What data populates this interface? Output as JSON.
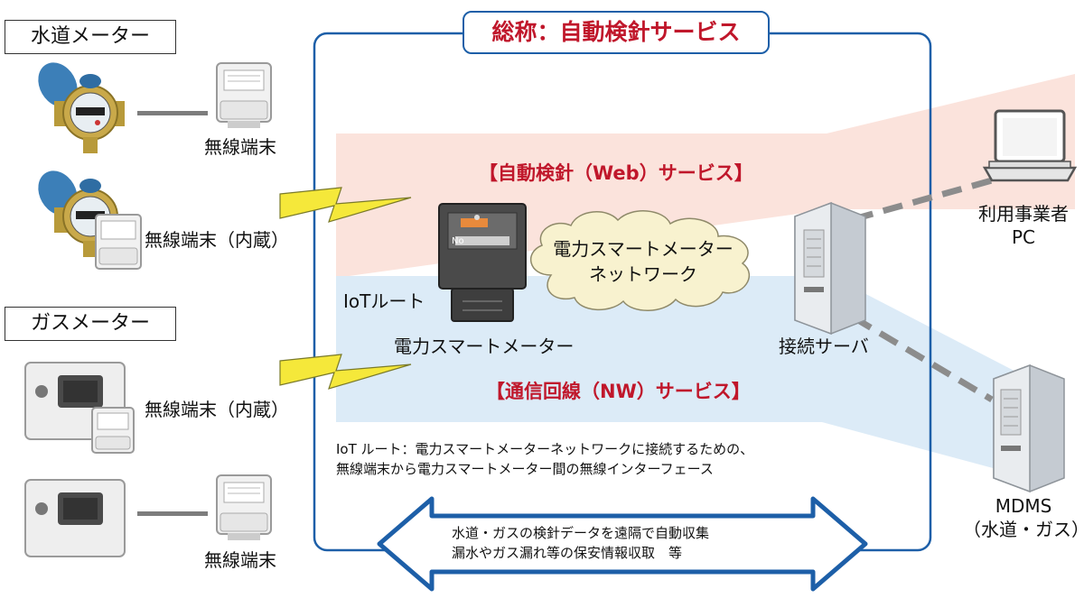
{
  "main_title": "総称：自動検針サービス",
  "water": {
    "header": "水道メーター",
    "terminal_top": "無線端末",
    "terminal_builtin": "無線端末（内蔵）"
  },
  "gas": {
    "header": "ガスメーター",
    "terminal_builtin": "無線端末（内蔵）",
    "terminal_bottom": "無線端末"
  },
  "services": {
    "web": "【自動検針（Web）サービス】",
    "nw": "【通信回線（NW）サービス】"
  },
  "iot_route": "IoTルート",
  "smart_meter": "電力スマートメーター",
  "meter_no": "No",
  "cloud": {
    "line1": "電力スマートメーター",
    "line2": "ネットワーク"
  },
  "server": "接続サーバ",
  "pc": {
    "line1": "利用事業者",
    "line2": "PC"
  },
  "mdms": {
    "line1": "MDMS",
    "line2": "（水道・ガス）"
  },
  "note": {
    "line1": "IoT ルート：電力スマートメーターネットワークに接続するための、",
    "line2": "無線端末から電力スマートメーター間の無線インターフェース"
  },
  "arrow": {
    "line1": "水道・ガスの検針データを遠隔で自動収集",
    "line2": "漏水やガス漏れ等の保安情報収取　等"
  },
  "colors": {
    "frame_blue": "#1d5fa8",
    "accent_red": "#c0172b",
    "web_band": "#fbe3dc",
    "nw_band": "#dcebf7",
    "bolt_yellow": "#f5e83a"
  }
}
